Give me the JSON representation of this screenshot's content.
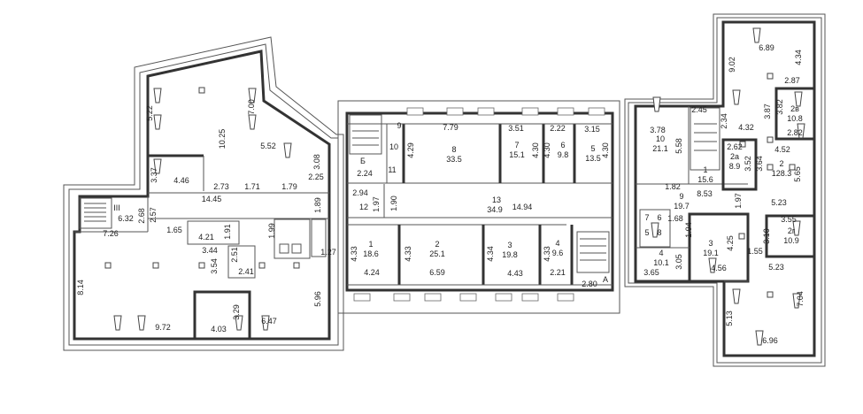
{
  "plan": {
    "labels": [
      {
        "text": "5.22"
      },
      {
        "text": "10.25"
      },
      {
        "text": "7.00"
      },
      {
        "text": "5.52"
      },
      {
        "text": "3.08"
      },
      {
        "text": "3.37"
      },
      {
        "text": "4.46"
      },
      {
        "text": "2.73"
      },
      {
        "text": "1.71"
      },
      {
        "text": "1.79"
      },
      {
        "text": "2.25"
      },
      {
        "text": "14.45"
      },
      {
        "text": "III"
      },
      {
        "text": "6.32"
      },
      {
        "text": "2.68"
      },
      {
        "text": "2.57"
      },
      {
        "text": "1.89"
      },
      {
        "text": "7.26"
      },
      {
        "text": "1.65"
      },
      {
        "text": "4.21"
      },
      {
        "text": "1.91"
      },
      {
        "text": "1.99"
      },
      {
        "text": "3.44"
      },
      {
        "text": "2.51"
      },
      {
        "text": "3.54"
      },
      {
        "text": "2.41"
      },
      {
        "text": "1.27"
      },
      {
        "text": "8.14"
      },
      {
        "text": "5.96"
      },
      {
        "text": "3.29"
      },
      {
        "text": "9.72"
      },
      {
        "text": "4.03"
      },
      {
        "text": "6.47"
      },
      {
        "text": "7.79"
      },
      {
        "text": "4.29"
      },
      {
        "text": "8"
      },
      {
        "text": "33.5"
      },
      {
        "text": "3.51"
      },
      {
        "text": "7"
      },
      {
        "text": "15.1"
      },
      {
        "text": "4.30"
      },
      {
        "text": "2.22"
      },
      {
        "text": "4.30"
      },
      {
        "text": "6"
      },
      {
        "text": "9.8"
      },
      {
        "text": "3.15"
      },
      {
        "text": "5"
      },
      {
        "text": "13.5"
      },
      {
        "text": "4.30"
      },
      {
        "text": "9"
      },
      {
        "text": "10"
      },
      {
        "text": "Б"
      },
      {
        "text": "11"
      },
      {
        "text": "2.24"
      },
      {
        "text": "2.94"
      },
      {
        "text": "12"
      },
      {
        "text": "1.97"
      },
      {
        "text": "1.90"
      },
      {
        "text": "13"
      },
      {
        "text": "34.9"
      },
      {
        "text": "14.94"
      },
      {
        "text": "1"
      },
      {
        "text": "18.6"
      },
      {
        "text": "4.33"
      },
      {
        "text": "4.24"
      },
      {
        "text": "2"
      },
      {
        "text": "25.1"
      },
      {
        "text": "4.33"
      },
      {
        "text": "6.59"
      },
      {
        "text": "3"
      },
      {
        "text": "19.8"
      },
      {
        "text": "4.34"
      },
      {
        "text": "4.43"
      },
      {
        "text": "4"
      },
      {
        "text": "9.6"
      },
      {
        "text": "4.33"
      },
      {
        "text": "2.21"
      },
      {
        "text": "2.80"
      },
      {
        "text": "А"
      },
      {
        "text": "6.89"
      },
      {
        "text": "4.34"
      },
      {
        "text": "9.02"
      },
      {
        "text": "2.87"
      },
      {
        "text": "3.82"
      },
      {
        "text": "3.87"
      },
      {
        "text": "2в"
      },
      {
        "text": "10.8"
      },
      {
        "text": "2.82"
      },
      {
        "text": "2.45"
      },
      {
        "text": "3.78"
      },
      {
        "text": "10"
      },
      {
        "text": "21.1"
      },
      {
        "text": "5.58"
      },
      {
        "text": "2.34"
      },
      {
        "text": "4.32"
      },
      {
        "text": "2.62"
      },
      {
        "text": "2а"
      },
      {
        "text": "8.9"
      },
      {
        "text": "3.52"
      },
      {
        "text": "3.64"
      },
      {
        "text": "4.52"
      },
      {
        "text": "2"
      },
      {
        "text": "128.3"
      },
      {
        "text": "5.65"
      },
      {
        "text": "1"
      },
      {
        "text": "15.6"
      },
      {
        "text": "1.82"
      },
      {
        "text": "8.53"
      },
      {
        "text": "9"
      },
      {
        "text": "19.7"
      },
      {
        "text": "1.97"
      },
      {
        "text": "5.23"
      },
      {
        "text": "7"
      },
      {
        "text": "6"
      },
      {
        "text": "1.68"
      },
      {
        "text": "1.94"
      },
      {
        "text": "5"
      },
      {
        "text": "8"
      },
      {
        "text": "3.55"
      },
      {
        "text": "3.10"
      },
      {
        "text": "2г"
      },
      {
        "text": "10.9"
      },
      {
        "text": "3"
      },
      {
        "text": "19.1"
      },
      {
        "text": "4.25"
      },
      {
        "text": "1.55"
      },
      {
        "text": "4"
      },
      {
        "text": "10.1"
      },
      {
        "text": "3.05"
      },
      {
        "text": "3.65"
      },
      {
        "text": "4.56"
      },
      {
        "text": "5.23"
      },
      {
        "text": "7.04"
      },
      {
        "text": "5.13"
      },
      {
        "text": "6.96"
      }
    ]
  }
}
